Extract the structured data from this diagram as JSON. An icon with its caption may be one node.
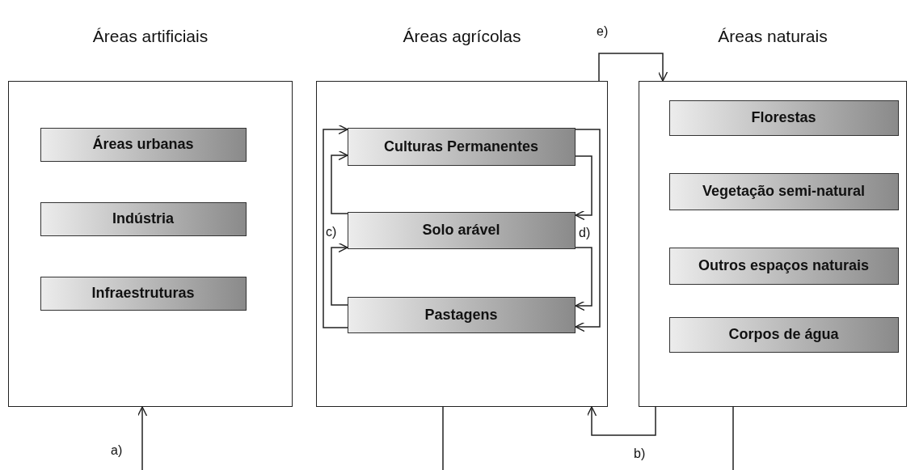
{
  "diagram": {
    "nodes": [
      {
        "text": [
          "Áreas artificiais"
        ]
      },
      {
        "text": [
          "Áreas urbanas"
        ],
        "in": 0
      },
      {
        "text": [
          "Indústria"
        ],
        "in": 0
      },
      {
        "text": [
          "Infraestruturas"
        ],
        "in": 0
      },
      {
        "text": [
          "Áreas agrícolas"
        ]
      },
      {
        "text": [
          "Culturas Permanentes"
        ],
        "in": 4
      },
      {
        "text": [
          "Solo arável"
        ],
        "in": 4
      },
      {
        "text": [
          "Pastagens"
        ],
        "in": 4
      },
      {
        "text": [
          "Áreas naturais"
        ]
      },
      {
        "text": [
          "Florestas"
        ],
        "in": 8
      },
      {
        "text": [
          "Vegetação semi-natural"
        ],
        "in": 8
      },
      {
        "text": [
          "Outros espaços naturais"
        ],
        "in": 8
      },
      {
        "text": [
          "Corpos de água"
        ],
        "in": 8
      }
    ],
    "edges": [
      {
        "from": 7,
        "to": 5,
        "arrow": "to"
      },
      {
        "from": 6,
        "to": 5,
        "arrow": "to"
      },
      {
        "from": 7,
        "to": 6,
        "arrow": "to"
      },
      {
        "from": 5,
        "to": 6,
        "arrow": "to"
      },
      {
        "from": 6,
        "to": 7,
        "arrow": "to"
      },
      {
        "from": 5,
        "to": 7,
        "arrow": "to"
      },
      {
        "from": 4,
        "to": 8,
        "arrow": "to",
        "label": "e)"
      },
      {
        "from": 8,
        "to": 4,
        "arrow": "to",
        "label": "b)"
      },
      {
        "from": null,
        "to": 0,
        "arrow": "to",
        "label": "a)"
      },
      {
        "from": 4,
        "to": null,
        "arrow": "none"
      },
      {
        "from": 8,
        "to": null,
        "arrow": "none"
      }
    ],
    "labels": [
      "c)",
      "d)"
    ]
  }
}
